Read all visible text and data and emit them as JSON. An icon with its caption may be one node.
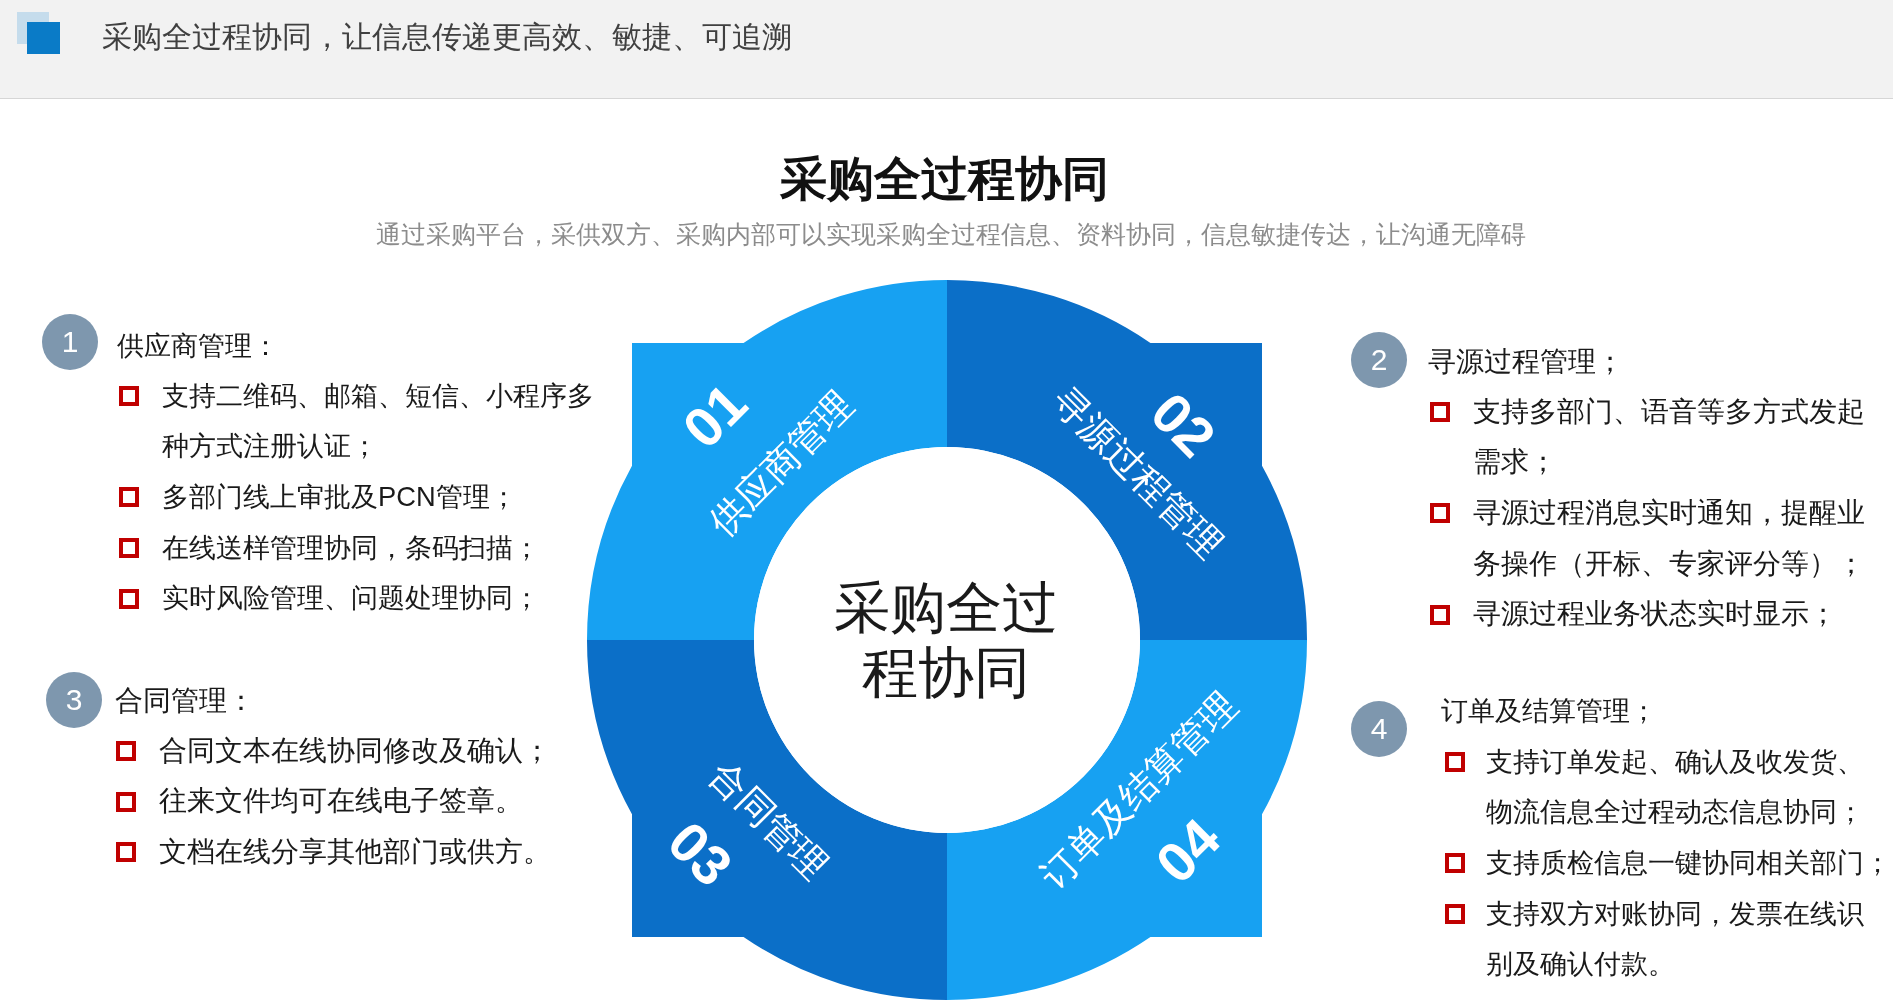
{
  "diagram": {
    "title": "采购全过程协同",
    "nodes": [
      {
        "text": [
          "采购全过程协同，让信息传递更高效、敏捷、可追溯"
        ]
      },
      {
        "text": [
          "01",
          "供应商管理"
        ]
      },
      {
        "text": [
          "02",
          "寻源过程管理"
        ]
      },
      {
        "text": [
          "03",
          "合同管理"
        ]
      },
      {
        "text": [
          "04",
          "订单及结算管理"
        ]
      },
      {
        "text": [
          "采购全过程协同"
        ]
      },
      {
        "text": [
          "1",
          "供应商管理："
        ],
        "beside": [
          "支持二维码、邮箱、短信、小程序多种方式注册认证；",
          "多部门线上审批及PCN管理；",
          "在线送样管理协同，条码扫描；",
          "实时风险管理、问题处理协同；"
        ]
      },
      {
        "text": [
          "2",
          "寻源过程管理；"
        ],
        "beside": [
          "支持多部门、语音等多方式发起需求；",
          "寻源过程消息实时通知，提醒业务操作（开标、专家评分等）；",
          "寻源过程业务状态实时显示；"
        ]
      },
      {
        "text": [
          "3",
          "合同管理："
        ],
        "beside": [
          "合同文本在线协同修改及确认；",
          "往来文件均可在线电子签章。",
          "文档在线分享其他部门或供方。"
        ]
      },
      {
        "text": [
          "4",
          "订单及结算管理；"
        ],
        "beside": [
          "支持订单发起、确认及收发货、物流信息全过程动态信息协同；",
          "支持质检信息一键协同相关部门；",
          "支持双方对账协同，发票在线识别及确认付款。"
        ]
      }
    ],
    "labels": [
      "通过采购平台，采供双方、采购内部可以实现采购全过程信息、资料协同，信息敏捷传达，让沟通无障碍"
    ]
  }
}
